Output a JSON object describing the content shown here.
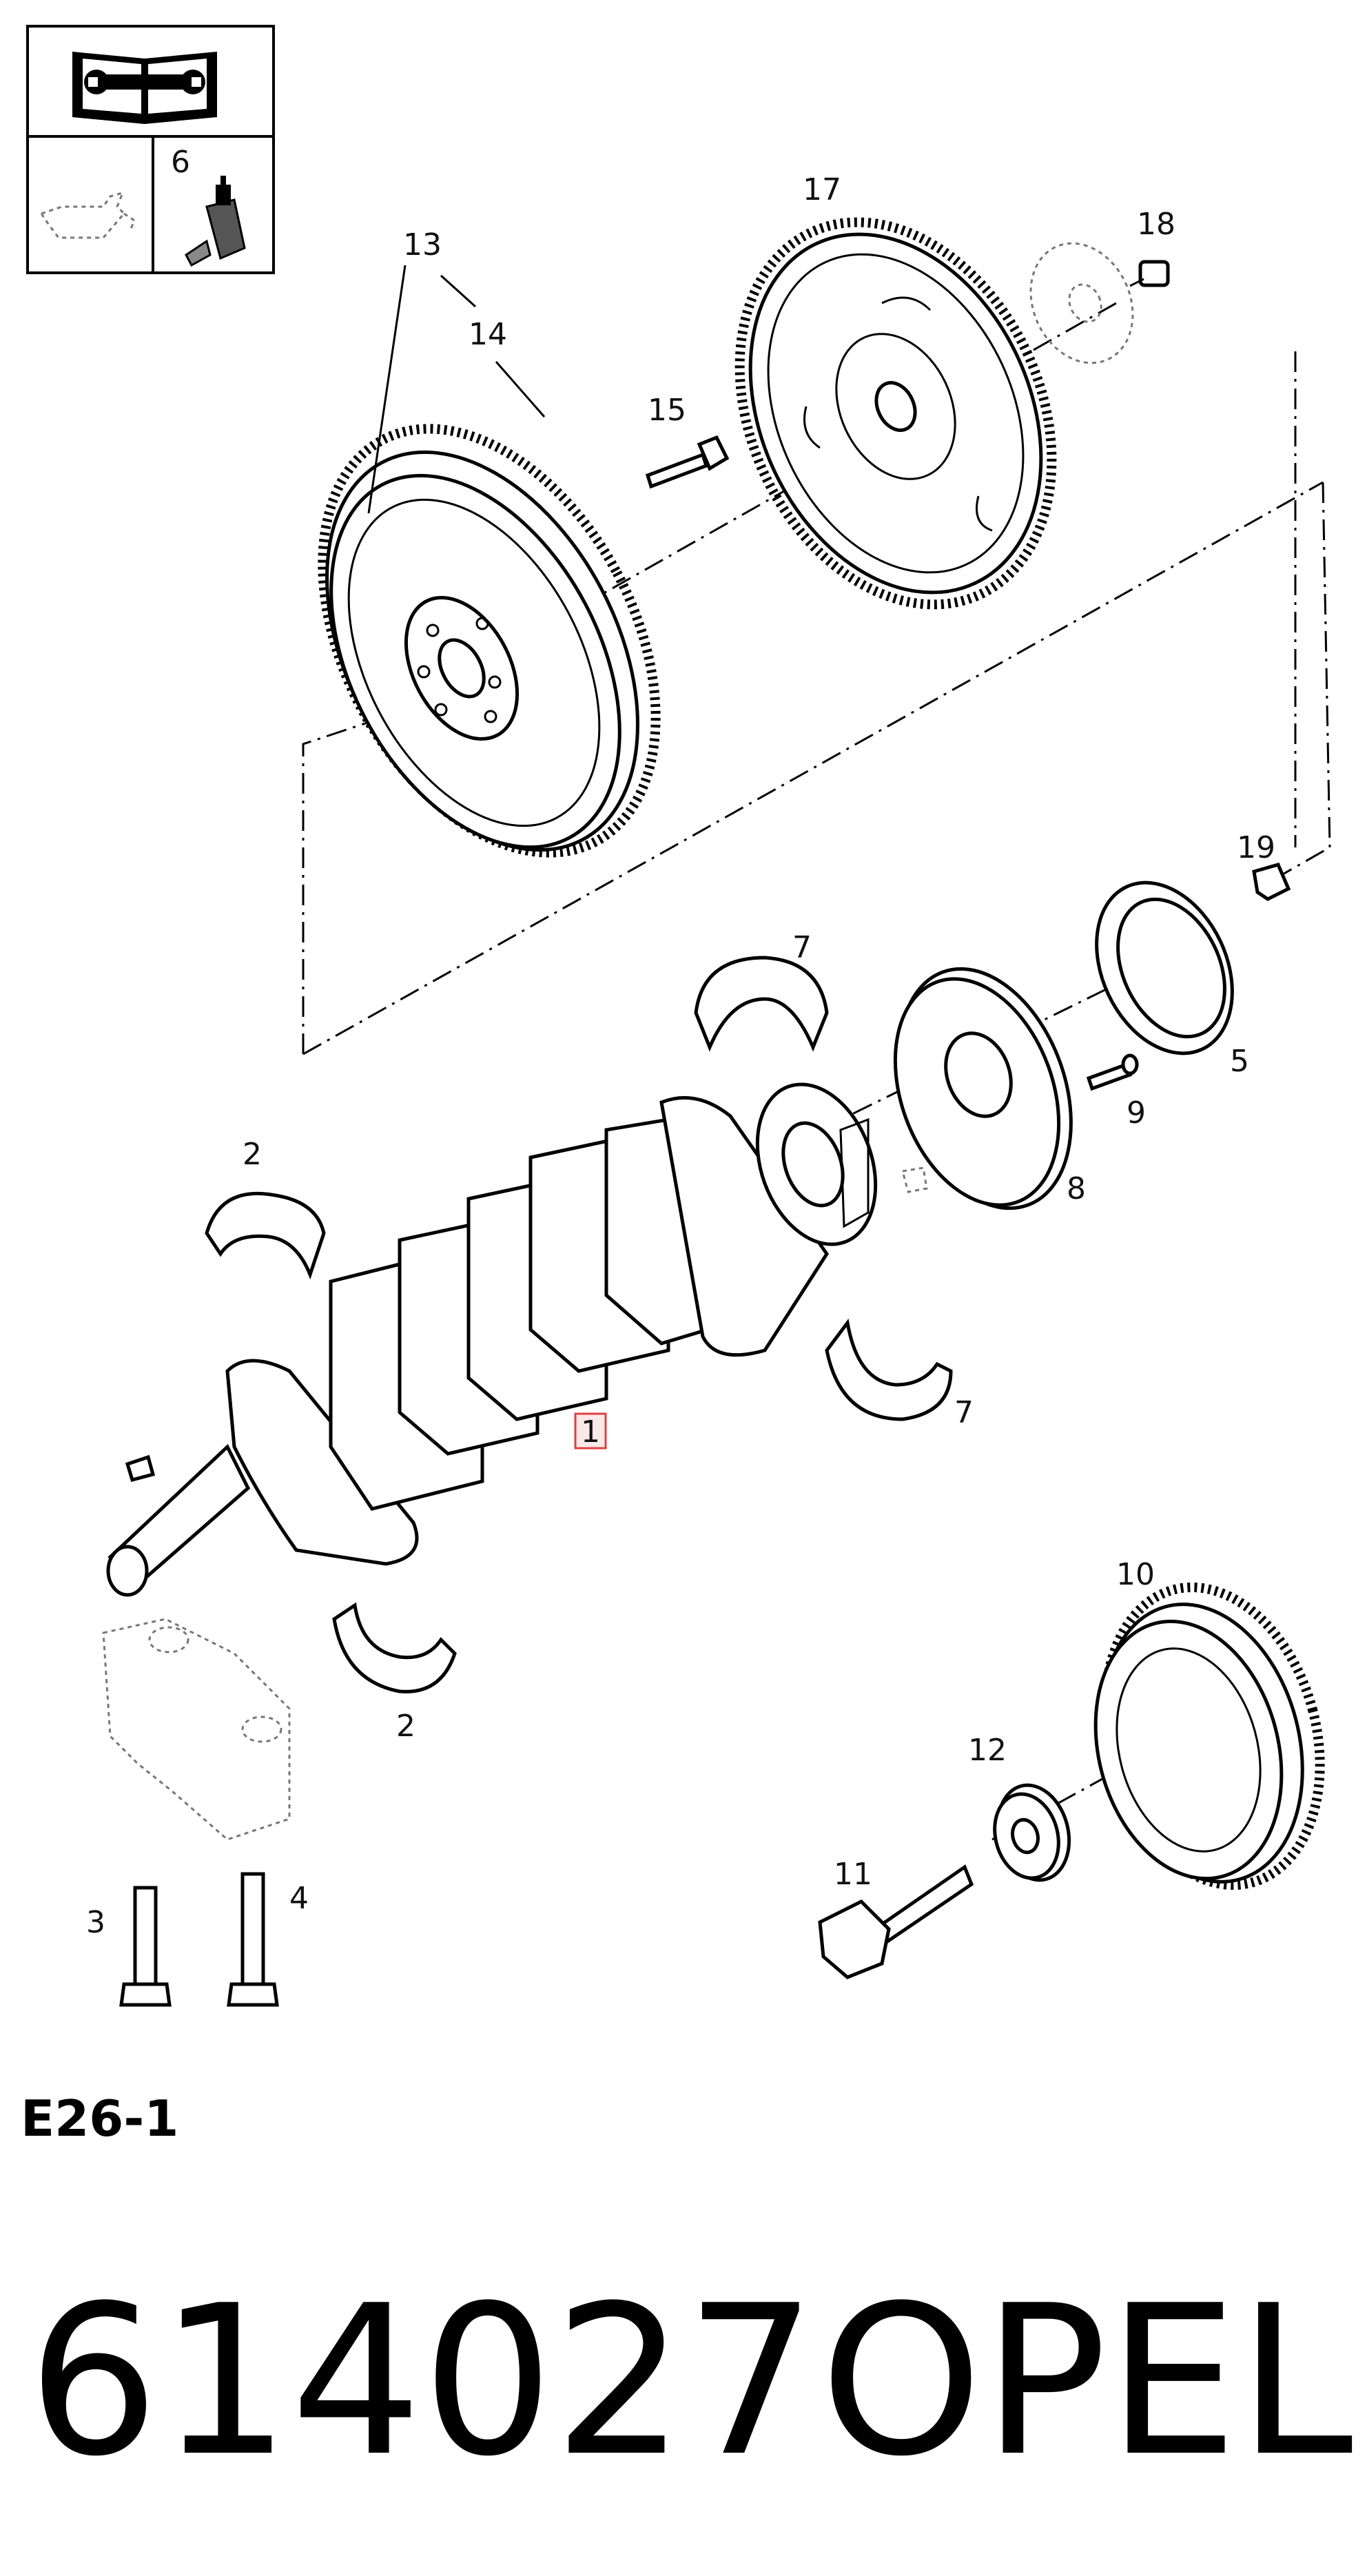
{
  "diagram": {
    "labels": {
      "p1": "1",
      "p2a": "2",
      "p2b": "2",
      "p3": "3",
      "p4": "4",
      "p5": "5",
      "p6": "6",
      "p7a": "7",
      "p7b": "7",
      "p8": "8",
      "p9": "9",
      "p10": "10",
      "p11": "11",
      "p12": "12",
      "p13": "13",
      "p14": "14",
      "p15": "15",
      "p17": "17",
      "p18": "18",
      "p19": "19"
    },
    "diagram_code": "E26-1"
  },
  "footer": {
    "part_number": "614027",
    "brand": "OPEL"
  },
  "colors": {
    "line": "#000000",
    "highlight_box": "#e04040"
  },
  "icons": [
    "repair-manual-icon",
    "oil-can-icon",
    "sealant-tube-icon"
  ]
}
